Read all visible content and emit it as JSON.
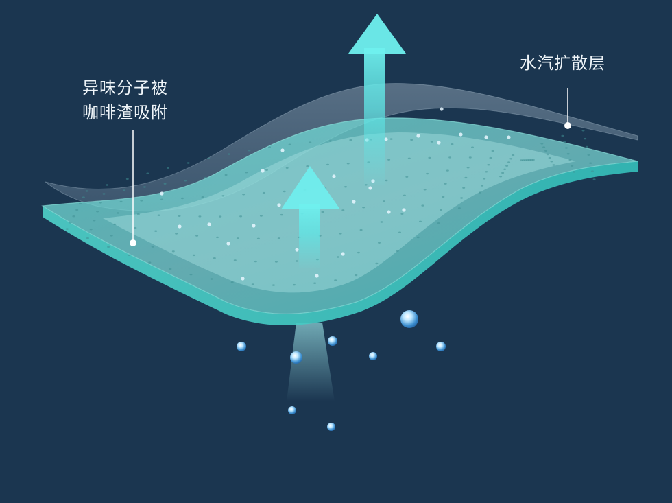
{
  "labels": {
    "left_line1": "异味分子被",
    "left_line2": "咖啡渣吸附",
    "right": "水汽扩散层"
  },
  "colors": {
    "background": "#1b3650",
    "teal_layer": "#4fd6cf",
    "arrow": "#5fe6e6",
    "droplet": "#6fc3f0",
    "text": "#eef4f8"
  }
}
